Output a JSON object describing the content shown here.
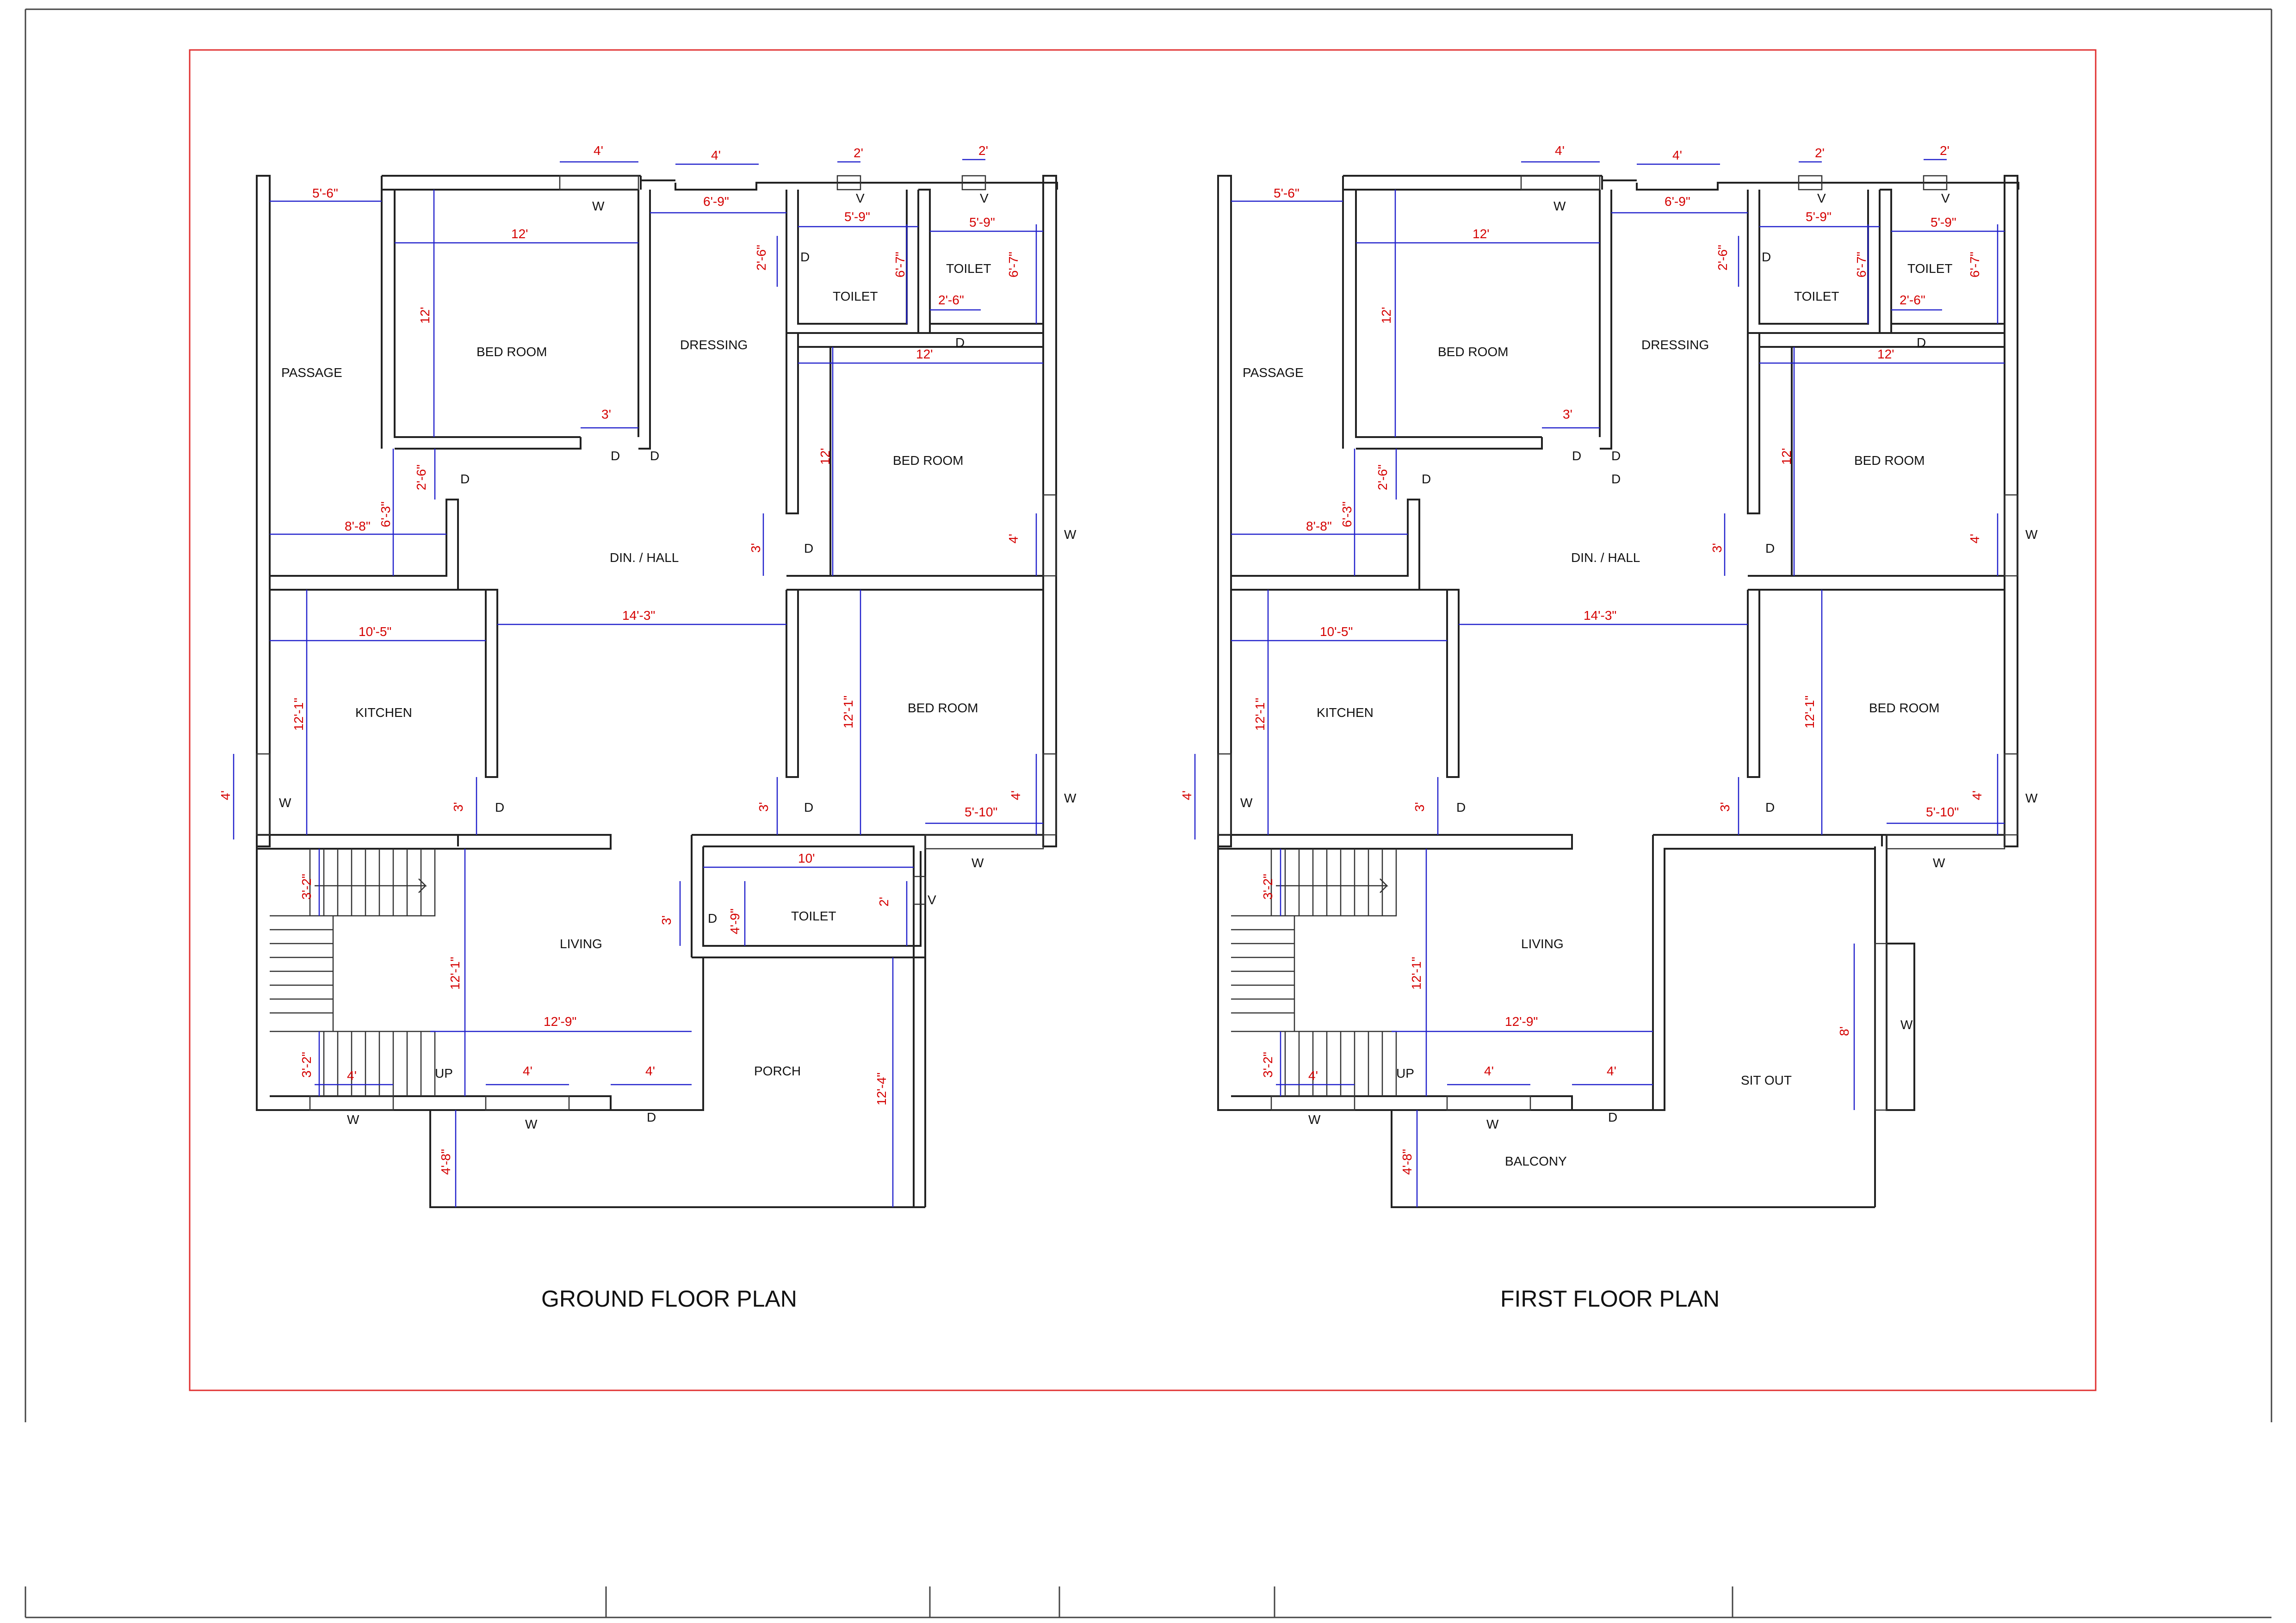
{
  "colors": {
    "frame_red": "#e03030",
    "dimension_red": "#d40000",
    "dimension_blue": "#2222cc",
    "wall": "#222222"
  },
  "plans": [
    {
      "id": "ground",
      "title": "GROUND FLOOR PLAN",
      "rooms": [
        "PASSAGE",
        "BED ROOM",
        "DRESSING",
        "TOILET",
        "TOILET",
        "BED ROOM",
        "DIN. / HALL",
        "KITCHEN",
        "BED ROOM",
        "LIVING",
        "TOILET",
        "PORCH"
      ],
      "openings": [
        "W",
        "V",
        "V",
        "D",
        "D",
        "D",
        "D",
        "D",
        "D",
        "D",
        "W",
        "D",
        "W",
        "W",
        "W",
        "D",
        "V",
        "UP",
        "W",
        "W",
        "D"
      ],
      "dims": [
        "4'",
        "4'",
        "2'",
        "2'",
        "5'-6\"",
        "12'",
        "6'-9\"",
        "5'-9\"",
        "5'-9\"",
        "2'-6\"",
        "6'-7\"",
        "6'-7\"",
        "2'-6\"",
        "12'",
        "3'",
        "12'",
        "12'",
        "2'-6\"",
        "6'-3\"",
        "8'-8\"",
        "3'",
        "4'",
        "14'-3\"",
        "10'-5\"",
        "12'-1\"",
        "12'-1\"",
        "4'",
        "3'",
        "3'",
        "4'",
        "5'-10\"",
        "10'",
        "3'-2\"",
        "4'-9\"",
        "2'",
        "3'",
        "12'-1\"",
        "12'-9\"",
        "3'-2\"",
        "4'",
        "4'",
        "4'",
        "12'-4\"",
        "4'-8\""
      ]
    },
    {
      "id": "first",
      "title": "FIRST FLOOR PLAN",
      "rooms": [
        "PASSAGE",
        "BED ROOM",
        "DRESSING",
        "TOILET",
        "TOILET",
        "BED ROOM",
        "DIN. / HALL",
        "KITCHEN",
        "BED ROOM",
        "LIVING",
        "SIT OUT",
        "BALCONY"
      ],
      "openings": [
        "W",
        "V",
        "V",
        "D",
        "D",
        "D",
        "D",
        "D",
        "D",
        "D",
        "W",
        "D",
        "W",
        "W",
        "W",
        "D",
        "W",
        "UP",
        "W",
        "W",
        "D"
      ],
      "dims": [
        "4'",
        "4'",
        "2'",
        "2'",
        "5'-6\"",
        "12'",
        "6'-9\"",
        "5'-9\"",
        "5'-9\"",
        "2'-6\"",
        "6'-7\"",
        "6'-7\"",
        "2'-6\"",
        "12'",
        "3'",
        "12'",
        "12'",
        "2'-6\"",
        "6'-3\"",
        "8'-8\"",
        "3'",
        "4'",
        "14'-3\"",
        "10'-5\"",
        "12'-1\"",
        "12'-1\"",
        "4'",
        "3'",
        "3'",
        "4'",
        "5'-10\"",
        "8'",
        "3'-2\"",
        "3'-2\"",
        "12'-1\"",
        "12'-9\"",
        "4'",
        "4'",
        "4'",
        "4'-8\""
      ]
    }
  ]
}
